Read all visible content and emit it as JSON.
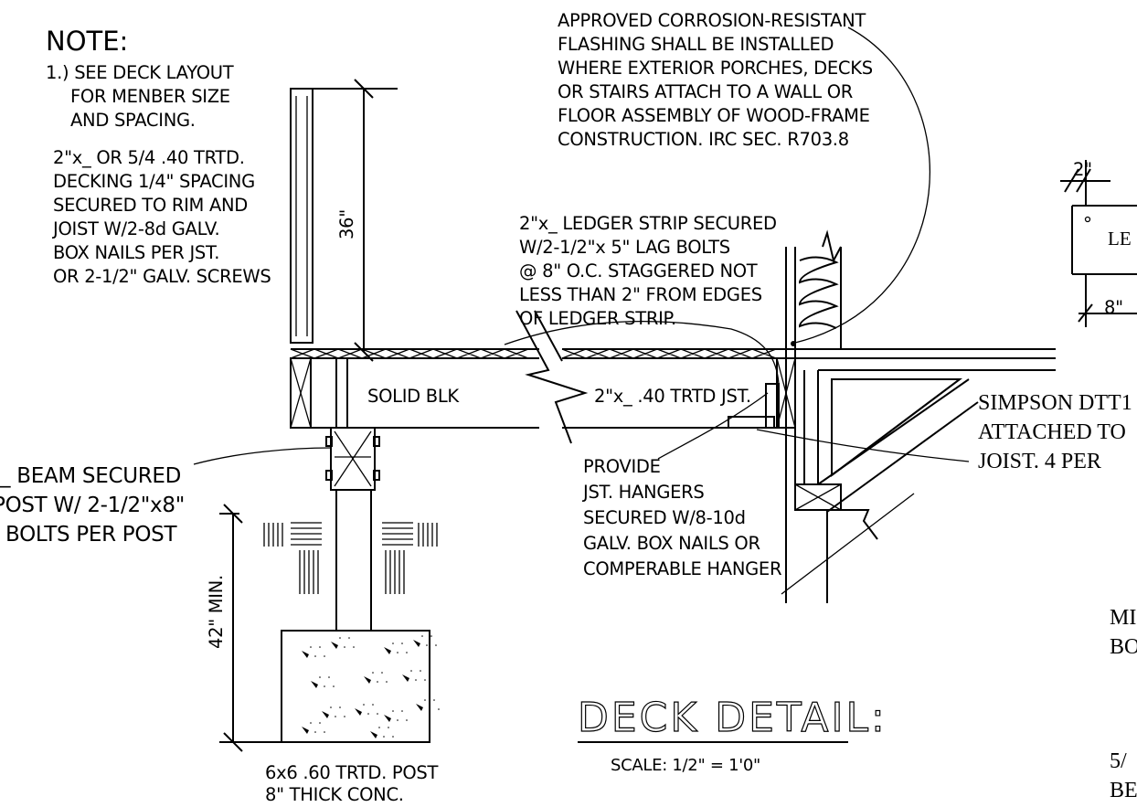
{
  "title": "DECK DETAIL:",
  "scale": "SCALE: 1/2\" = 1'0\"",
  "note": {
    "heading": "NOTE:",
    "lines": [
      "1.) SEE DECK LAYOUT",
      "FOR MENBER SIZE",
      "AND SPACING."
    ]
  },
  "decking": [
    "2\"x_ OR 5/4 .40 TRTD.",
    "DECKING 1/4\" SPACING",
    "SECURED TO RIM AND",
    "JOIST W/2-8d GALV.",
    "BOX NAILS PER JST.",
    "OR 2-1/2\" GALV. SCREWS"
  ],
  "flashing": [
    "APPROVED CORROSION-RESISTANT",
    "FLASHING SHALL BE INSTALLED",
    "WHERE EXTERIOR PORCHES, DECKS",
    "OR STAIRS ATTACH TO A WALL OR",
    "FLOOR ASSEMBLY OF WOOD-FRAME",
    "CONSTRUCTION. IRC SEC. R703.8"
  ],
  "ledger": [
    "2\"x_ LEDGER STRIP SECURED",
    "W/2-1/2\"x 5\" LAG BOLTS",
    "@ 8\" O.C. STAGGERED NOT",
    "LESS THAN 2\" FROM EDGES",
    "OF LEDGER STRIP."
  ],
  "hangers": [
    "PROVIDE",
    "JST. HANGERS",
    "SECURED W/8-10d",
    "GALV. BOX NAILS OR",
    "COMPERABLE HANGER"
  ],
  "beam": [
    "_ BEAM SECURED",
    "POST W/ 2-1/2\"x8\"",
    "BOLTS PER POST"
  ],
  "post": [
    "6x6 .60 TRTD. POST",
    "8\" THICK CONC."
  ],
  "solid_blk": "SOLID BLK",
  "joist": "2\"x_ .40 TRTD JST.",
  "dim_36": "36\"",
  "dim_42": "42\" MIN.",
  "simpson": [
    "SIMPSON DTT1",
    "ATTACHED TO",
    "JOIST. 4 PER"
  ],
  "right_detail": {
    "dim_2": "2\"",
    "dim_8": "8\"",
    "led": "LE"
  },
  "right_bottom": [
    "MI",
    "BO",
    "5/",
    "BE"
  ]
}
